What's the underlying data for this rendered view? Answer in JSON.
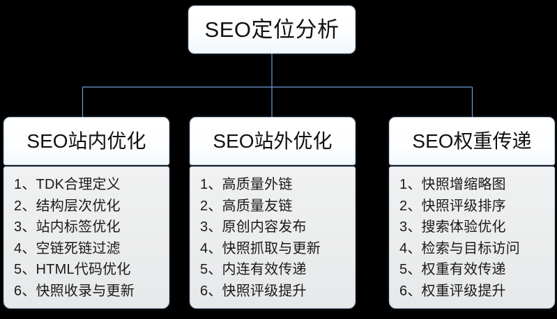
{
  "diagram": {
    "type": "org-chart",
    "background_color": "#000000",
    "node_fill": "#ffffff",
    "body_fill": "#ecedee",
    "connector_color": "#5b8fd6",
    "text_color": "#111111",
    "root": {
      "title": "SEO定位分析"
    },
    "branches": [
      {
        "id": "on-site",
        "header": "SEO站内优化",
        "items": [
          "1、TDK合理定义",
          "2、结构层次优化",
          "3、站内标签优化",
          "4、空链死链过滤",
          "5、HTML代码优化",
          "6、快照收录与更新"
        ]
      },
      {
        "id": "off-site",
        "header": "SEO站外优化",
        "items": [
          "1、高质量外链",
          "2、高质量友链",
          "3、原创内容发布",
          "4、快照抓取与更新",
          "5、内连有效传递",
          "6、快照评级提升"
        ]
      },
      {
        "id": "weight-transfer",
        "header": "SEO权重传递",
        "items": [
          "1、快照增缩略图",
          "2、快照评级排序",
          "3、搜索体验优化",
          "4、检索与目标访问",
          "5、权重有效传递",
          "6、权重评级提升"
        ]
      }
    ]
  }
}
